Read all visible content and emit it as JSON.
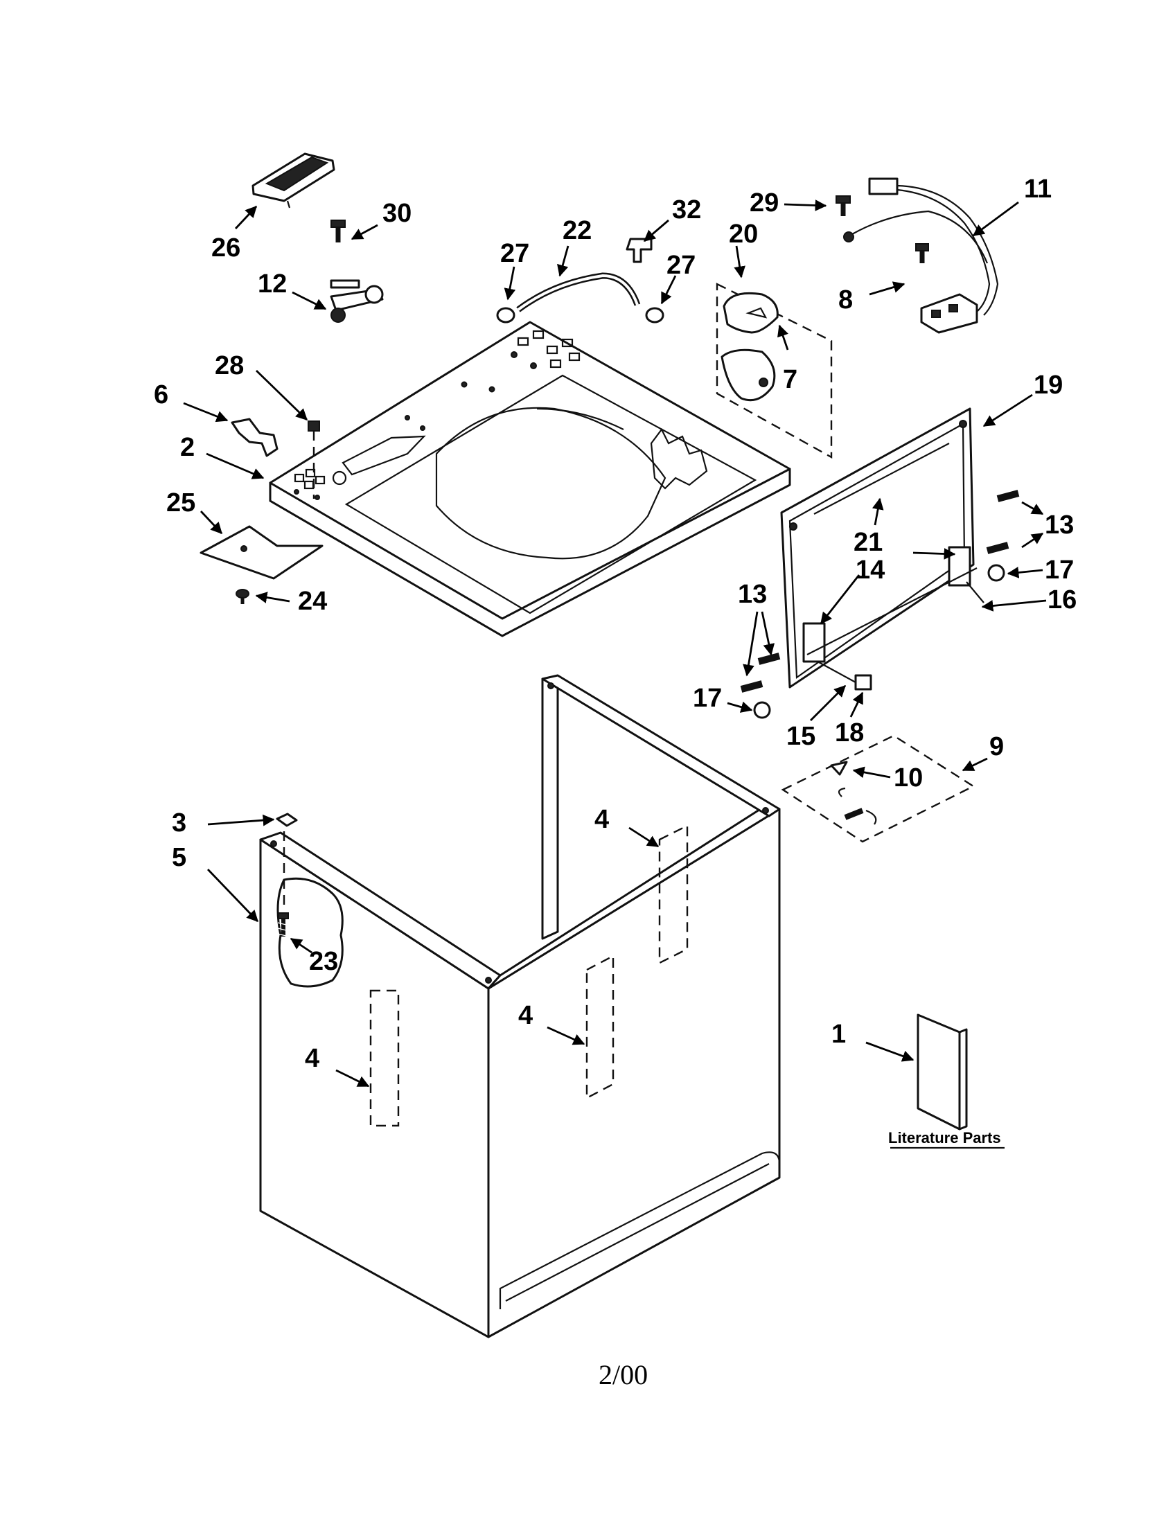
{
  "diagram": {
    "revision": "2/00",
    "literature_label": "Literature Parts",
    "callouts": [
      {
        "id": "c-26",
        "text": "26"
      },
      {
        "id": "c-30",
        "text": "30"
      },
      {
        "id": "c-12",
        "text": "12"
      },
      {
        "id": "c-27a",
        "text": "27"
      },
      {
        "id": "c-22",
        "text": "22"
      },
      {
        "id": "c-32",
        "text": "32"
      },
      {
        "id": "c-27b",
        "text": "27"
      },
      {
        "id": "c-20",
        "text": "20"
      },
      {
        "id": "c-29",
        "text": "29"
      },
      {
        "id": "c-11",
        "text": "11"
      },
      {
        "id": "c-8",
        "text": "8"
      },
      {
        "id": "c-7",
        "text": "7"
      },
      {
        "id": "c-28",
        "text": "28"
      },
      {
        "id": "c-6",
        "text": "6"
      },
      {
        "id": "c-2",
        "text": "2"
      },
      {
        "id": "c-19",
        "text": "19"
      },
      {
        "id": "c-25",
        "text": "25"
      },
      {
        "id": "c-24",
        "text": "24"
      },
      {
        "id": "c-21",
        "text": "21"
      },
      {
        "id": "c-13a",
        "text": "13"
      },
      {
        "id": "c-14a",
        "text": "14"
      },
      {
        "id": "c-17a",
        "text": "17"
      },
      {
        "id": "c-16",
        "text": "16"
      },
      {
        "id": "c-13b",
        "text": "13"
      },
      {
        "id": "c-17b",
        "text": "17"
      },
      {
        "id": "c-15",
        "text": "15"
      },
      {
        "id": "c-18",
        "text": "18"
      },
      {
        "id": "c-9",
        "text": "9"
      },
      {
        "id": "c-10",
        "text": "10"
      },
      {
        "id": "c-3",
        "text": "3"
      },
      {
        "id": "c-5",
        "text": "5"
      },
      {
        "id": "c-4a",
        "text": "4"
      },
      {
        "id": "c-23",
        "text": "23"
      },
      {
        "id": "c-4b",
        "text": "4"
      },
      {
        "id": "c-4c",
        "text": "4"
      },
      {
        "id": "c-1",
        "text": "1"
      }
    ]
  }
}
